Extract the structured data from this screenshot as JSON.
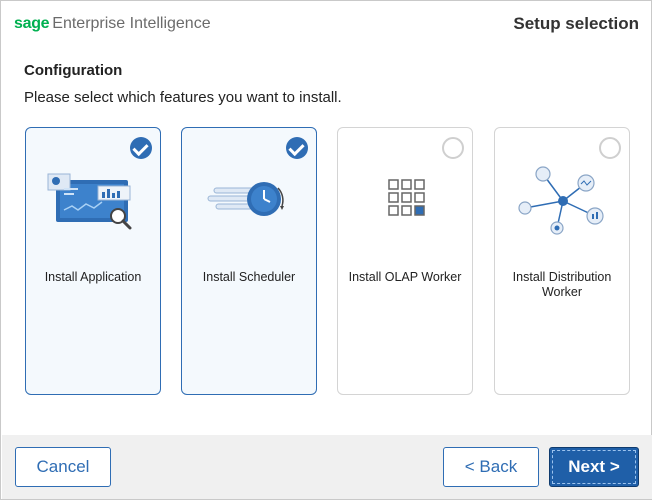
{
  "header": {
    "brand": "sage",
    "product": "Enterprise Intelligence",
    "step_title": "Setup selection"
  },
  "main": {
    "section_title": "Configuration",
    "instruction": "Please select which features you want to install.",
    "features": [
      {
        "label": "Install Application",
        "selected": true,
        "icon": "application-dashboard-icon"
      },
      {
        "label": "Install Scheduler",
        "selected": true,
        "icon": "scheduler-clock-icon"
      },
      {
        "label": "Install OLAP Worker",
        "selected": false,
        "icon": "olap-grid-icon"
      },
      {
        "label": "Install Distribution Worker",
        "selected": false,
        "icon": "distribution-network-icon"
      }
    ]
  },
  "footer": {
    "cancel_label": "Cancel",
    "back_label": "< Back",
    "next_label": "Next >"
  },
  "colors": {
    "brand_green": "#00b050",
    "accent_blue": "#2f6db4",
    "primary_button": "#1f5fa8",
    "footer_bg": "#f0f0f0"
  }
}
